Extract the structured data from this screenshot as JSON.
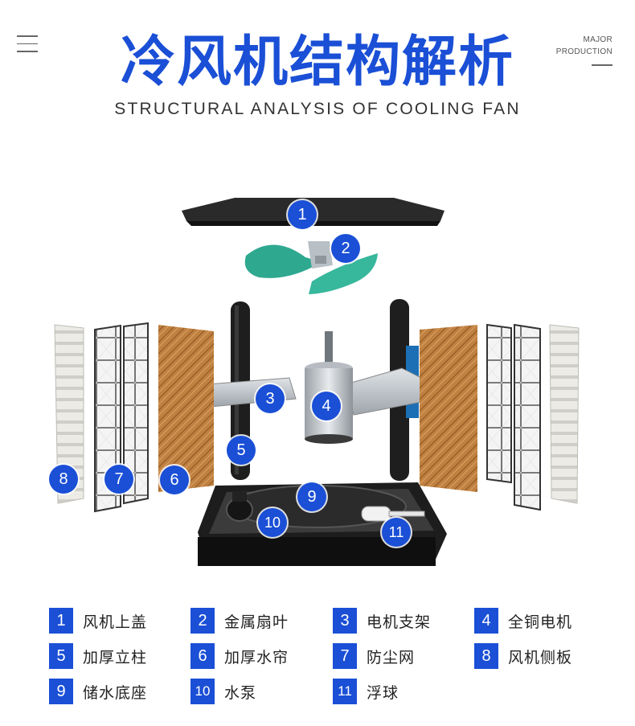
{
  "header": {
    "title": "冷风机结构解析",
    "subtitle": "STRUCTURAL ANALYSIS OF COOLING FAN",
    "corner_line1": "MAJOR",
    "corner_line2": "PRODUCTION"
  },
  "colors": {
    "accent": "#1a4fd6",
    "pad": "#b9773c",
    "frame": "#1c1c1c",
    "blade": "#2fa890"
  },
  "badges": [
    "1",
    "2",
    "3",
    "4",
    "5",
    "6",
    "7",
    "8",
    "9",
    "10",
    "11"
  ],
  "legend": [
    {
      "num": "1",
      "label": "风机上盖"
    },
    {
      "num": "2",
      "label": "金属扇叶"
    },
    {
      "num": "3",
      "label": "电机支架"
    },
    {
      "num": "4",
      "label": "全铜电机"
    },
    {
      "num": "5",
      "label": "加厚立柱"
    },
    {
      "num": "6",
      "label": "加厚水帘"
    },
    {
      "num": "7",
      "label": "防尘网"
    },
    {
      "num": "8",
      "label": "风机侧板"
    },
    {
      "num": "9",
      "label": "储水底座"
    },
    {
      "num": "10",
      "label": "水泵"
    },
    {
      "num": "11",
      "label": "浮球"
    }
  ]
}
